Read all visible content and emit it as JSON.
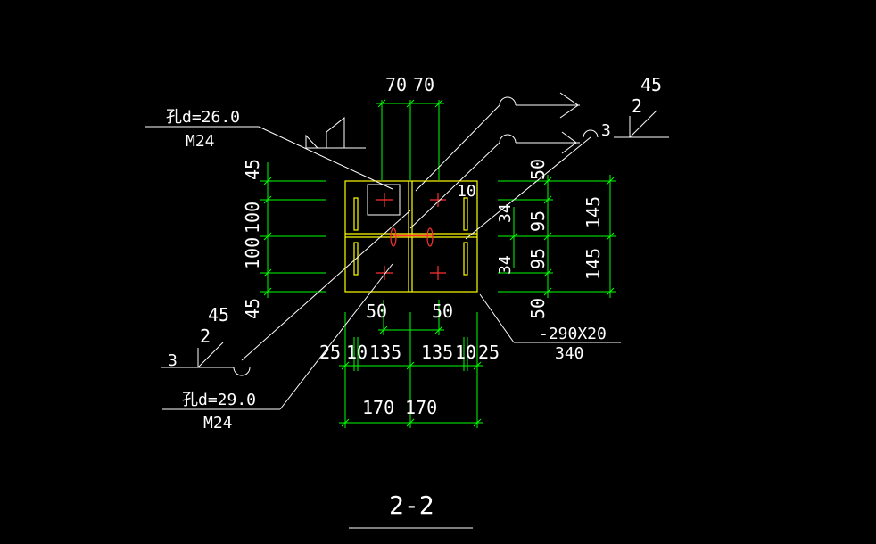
{
  "drawing": {
    "section_title": "2-2",
    "colors": {
      "background": "#000000",
      "dimension": "#00ff00",
      "leader": "#ffffff",
      "plate": "#ffff00",
      "weld": "#ff3030"
    }
  },
  "labels": {
    "top_dims": [
      "70",
      "70"
    ],
    "left_dims": [
      "45",
      "100",
      "100",
      "45"
    ],
    "right_inner_dims": [
      "50",
      "95",
      "95",
      "50"
    ],
    "right_small_dims": [
      "34",
      "34"
    ],
    "right_outer_dims": [
      "145",
      "145"
    ],
    "plate_mark": "10",
    "bottom_dims_1": [
      "50",
      "50"
    ],
    "bottom_dims_2": [
      "25",
      "10",
      "135",
      "135",
      "10",
      "25"
    ],
    "bottom_dims_3": [
      "170",
      "170"
    ],
    "hole_top": "孔d=26.0",
    "bolt_top": "M24",
    "hole_bottom": "孔d=29.0",
    "bolt_bottom": "M24",
    "weld_top_right": {
      "size": "45",
      "count": "2",
      "side": "3"
    },
    "weld_left": {
      "size": "45",
      "count": "2",
      "side": "3"
    },
    "plate_spec": "-290X20",
    "plate_length": "340"
  }
}
